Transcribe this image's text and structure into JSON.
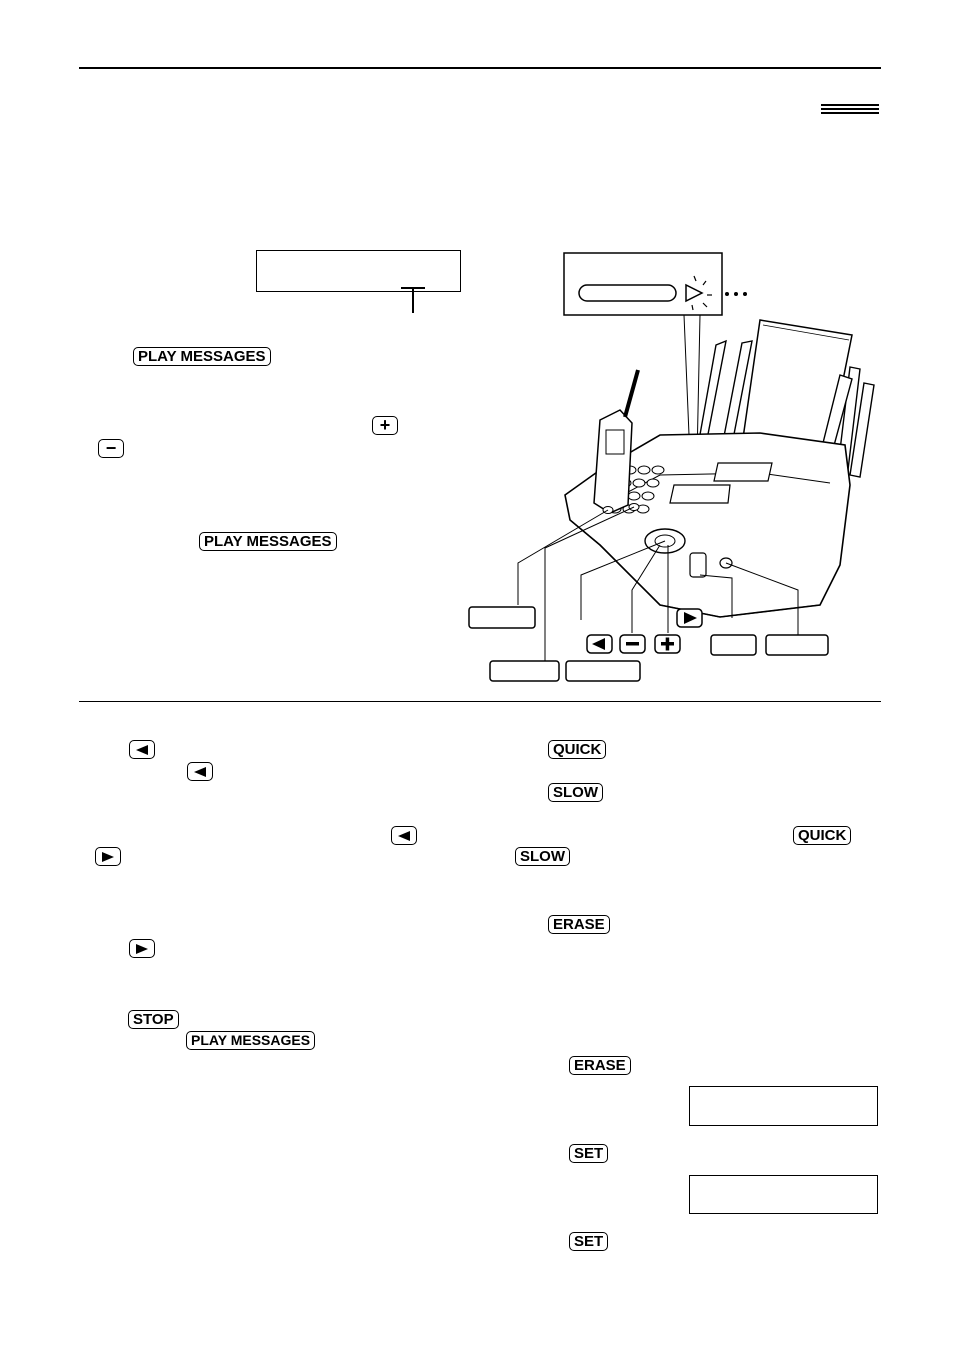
{
  "keys": {
    "play_messages_1": "PLAY MESSAGES",
    "play_messages_2": "PLAY MESSAGES",
    "play_messages_3": "PLAY MESSAGES",
    "quick_1": "QUICK",
    "quick_2": "QUICK",
    "slow_1": "SLOW",
    "slow_2": "SLOW",
    "erase_1": "ERASE",
    "erase_2": "ERASE",
    "stop": "STOP",
    "set_1": "SET",
    "set_2": "SET"
  },
  "icons": {
    "plus": "+",
    "minus": "−"
  }
}
